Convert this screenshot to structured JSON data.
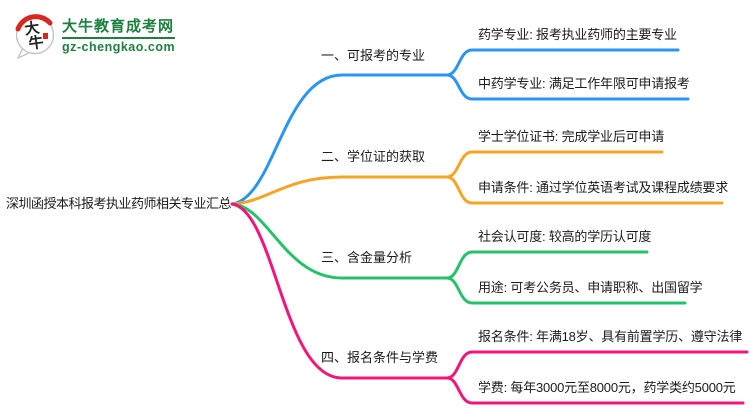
{
  "logo": {
    "icon_chars": "大牛",
    "site_name": "大牛教育成考网",
    "site_url": "gz-chengkao.com",
    "brand_green": "#1e7f40",
    "accent_red": "#d7281e",
    "icon_ring_gray": "#c4c4c4"
  },
  "root": {
    "title": "深圳函授本科报考执业药师相关专业汇总"
  },
  "branches": [
    {
      "label": "一、可报考的专业",
      "color": "#2b95f3",
      "children": [
        "药学专业: 报考执业药师的主要专业",
        "中药学专业: 满足工作年限可申请报考"
      ]
    },
    {
      "label": "二、学位证的获取",
      "color": "#f7a426",
      "children": [
        "学士学位证书: 完成学业后可申请",
        "申请条件: 通过学位英语考试及课程成绩要求"
      ]
    },
    {
      "label": "三、含金量分析",
      "color": "#25c269",
      "children": [
        "社会认可度: 较高的学历认可度",
        "用途: 可考公务员、申请职称、出国留学"
      ]
    },
    {
      "label": "四、报名条件与学费",
      "color": "#f21776",
      "children": [
        "报名条件: 年满18岁、具有前置学历、遵守法律",
        "学费: 每年3000元至8000元，药学类约5000元"
      ]
    }
  ]
}
